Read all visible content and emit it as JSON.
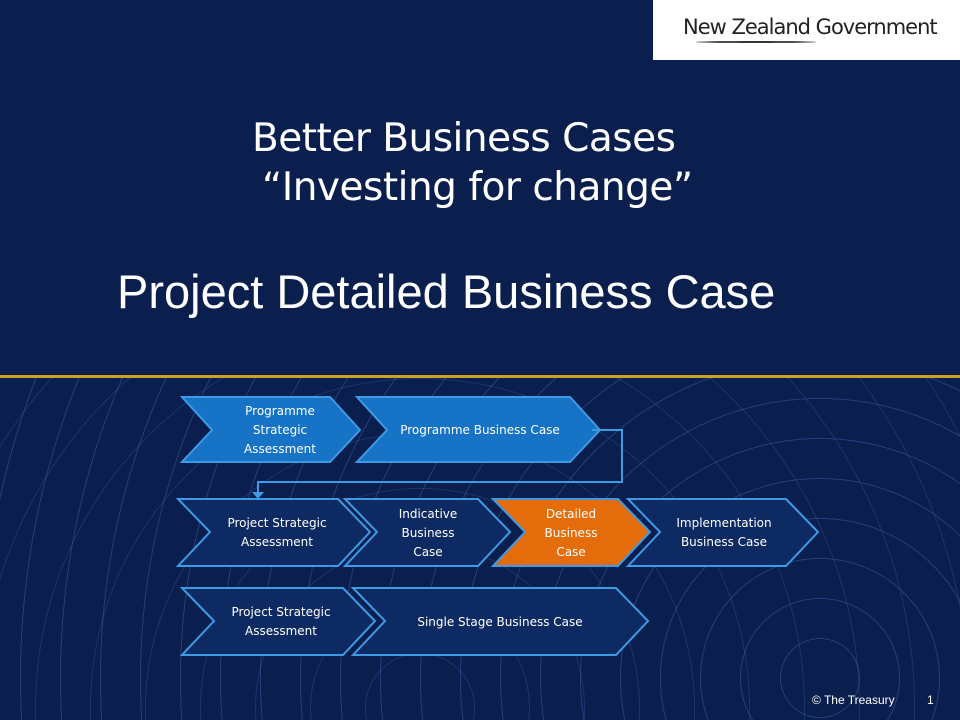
{
  "logo": {
    "text": "New Zealand Government"
  },
  "title": {
    "line1": "Better Business Cases",
    "line2": "“Investing for change”",
    "subtitle": "Project Detailed Business Case"
  },
  "diagram": {
    "row1": [
      "Programme Strategic Assessment",
      "Programme Business Case"
    ],
    "row2": [
      "Project Strategic Assessment",
      "Indicative Business Case",
      "Detailed Business Case",
      "Implementation Business Case"
    ],
    "row3": [
      "Project Strategic Assessment",
      "Single Stage Business Case"
    ],
    "colors": {
      "light": "#1673c6",
      "dark": "#0e2a63",
      "border": "#3d9be6",
      "highlight": "#e46c0a"
    }
  },
  "footer": {
    "copyright": "© The Treasury",
    "page": "1"
  }
}
